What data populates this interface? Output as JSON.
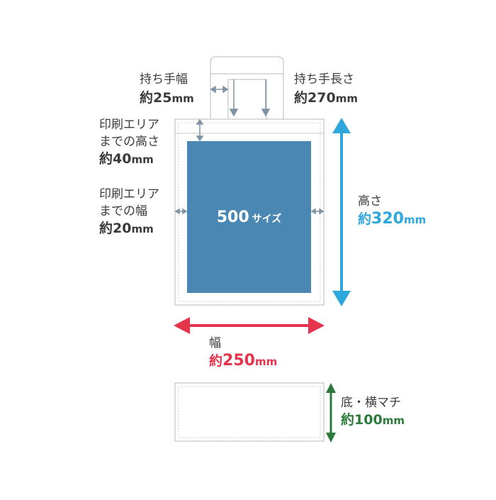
{
  "print_size": {
    "number": "500",
    "suffix": "サイズ"
  },
  "handle_width": {
    "label": "持ち手幅",
    "prefix": "約",
    "value": "25",
    "unit": "mm"
  },
  "handle_length": {
    "label": "持ち手長さ",
    "prefix": "約",
    "value": "270",
    "unit": "mm"
  },
  "print_top": {
    "line1": "印刷エリア",
    "line2": "までの高さ",
    "prefix": "約",
    "value": "40",
    "unit": "mm"
  },
  "print_side": {
    "line1": "印刷エリア",
    "line2": "までの幅",
    "prefix": "約",
    "value": "20",
    "unit": "mm"
  },
  "height": {
    "label": "高さ",
    "prefix": "約",
    "value": "320",
    "unit": "mm",
    "color": "#2ea7dc"
  },
  "width": {
    "label": "幅",
    "prefix": "約",
    "value": "250",
    "unit": "mm",
    "color": "#e5344c"
  },
  "gusset": {
    "label": "底・横マチ",
    "prefix": "約",
    "value": "100",
    "unit": "mm",
    "color": "#2b7a3a"
  },
  "colors": {
    "print_area": "#4a88b3",
    "outline": "#b9b9b9",
    "dim_arrow": "#7e94a6"
  }
}
